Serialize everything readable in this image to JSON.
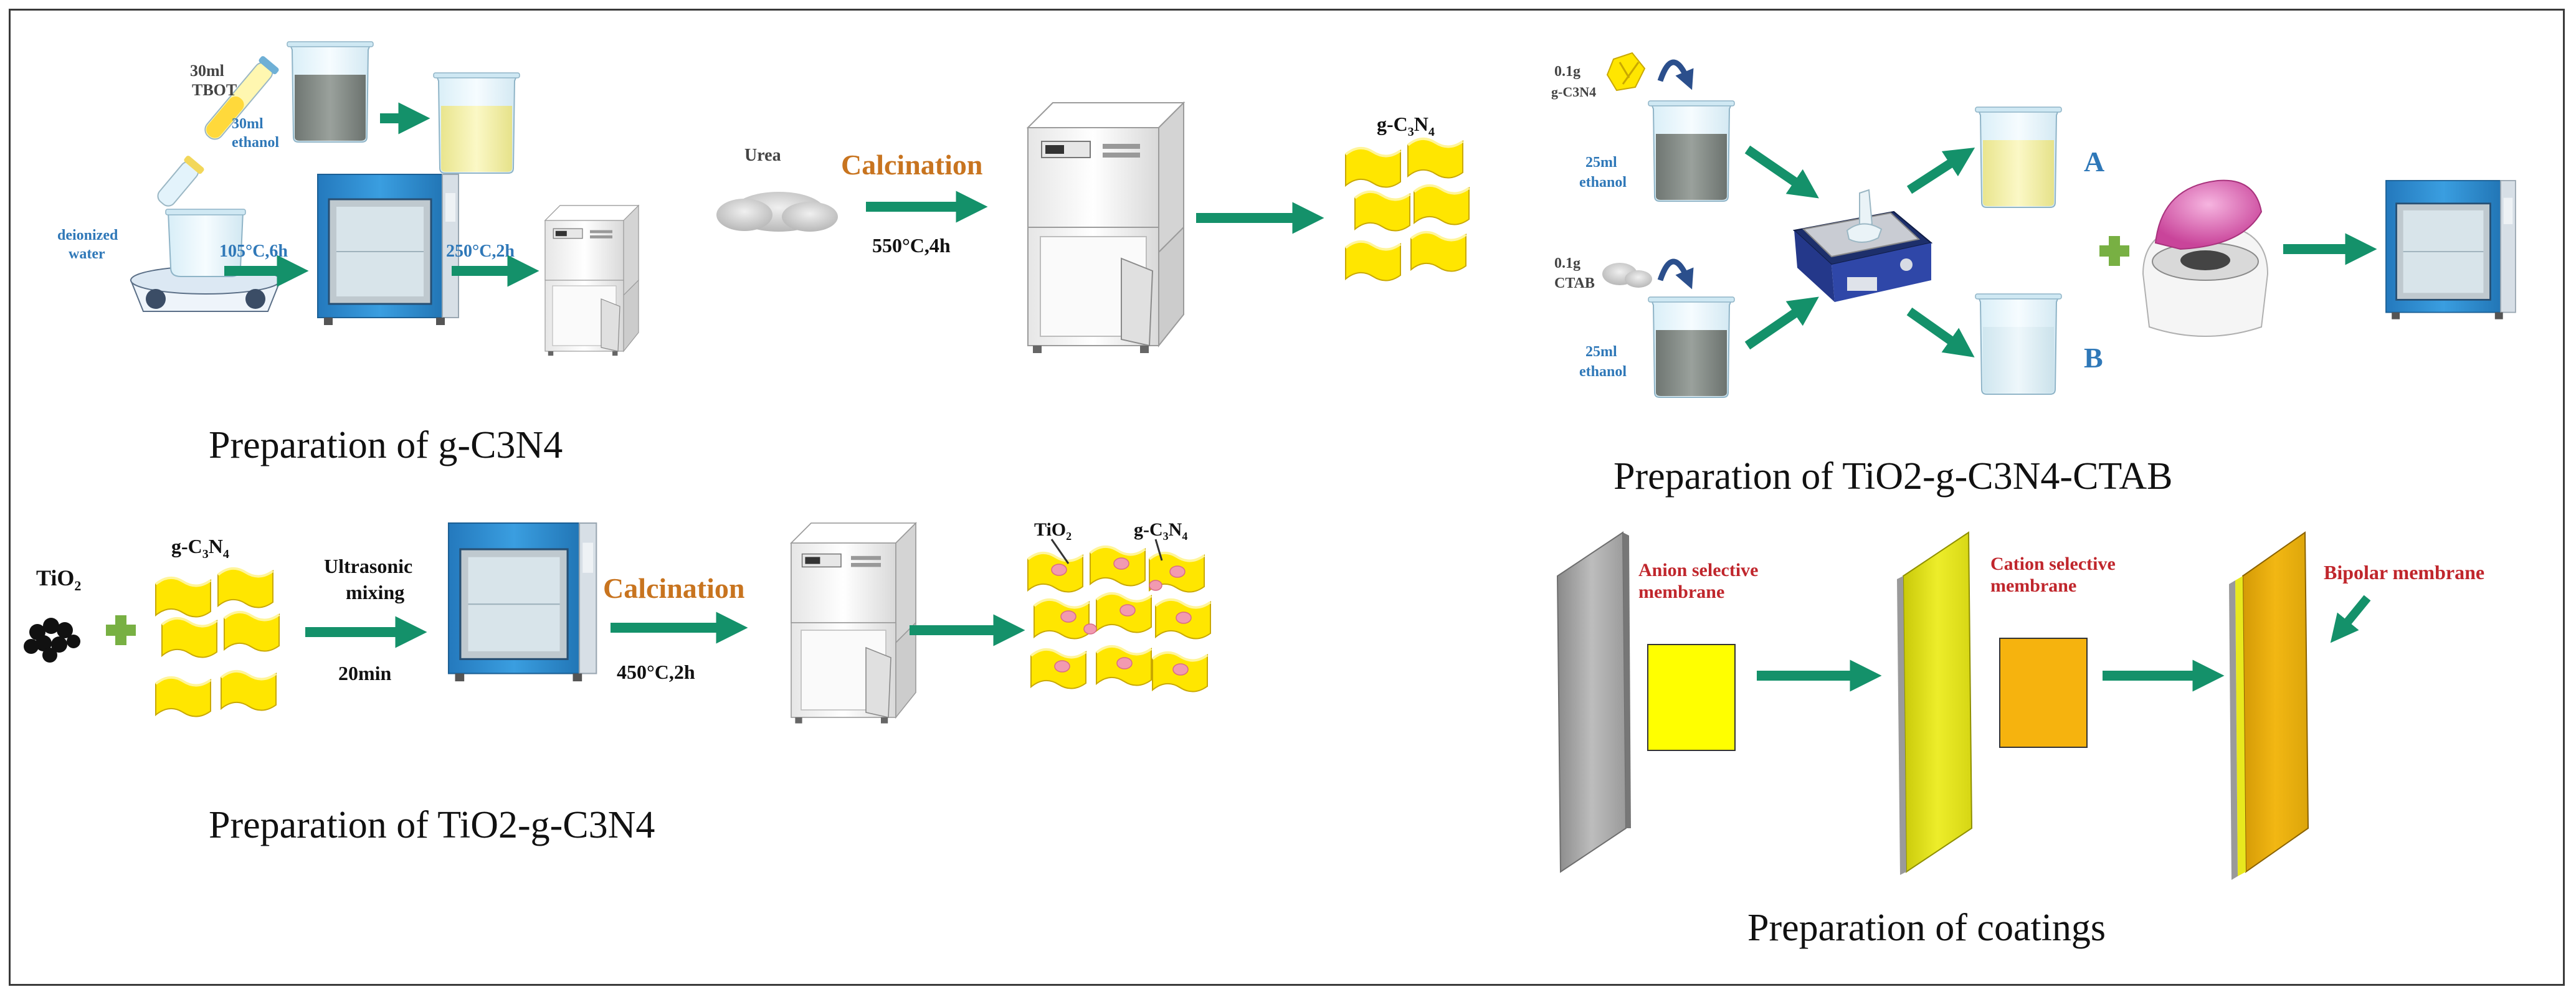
{
  "colors": {
    "arrow": "#14916a",
    "plus": "#78b043",
    "oven_blue": "#2f8dd1",
    "yellow_sheet": "#ffe600",
    "label_blue": "#2f78b8",
    "label_red": "#c0262c",
    "calcination": "#c8741f"
  },
  "icons": [
    "test-tube-icon",
    "beaker-icon",
    "hot-plate-stirrer-icon",
    "drying-oven-icon",
    "muffle-furnace-icon",
    "urea-powder-icon",
    "centrifuge-icon",
    "magnetic-stirrer-icon",
    "membrane-plate-icon",
    "plus-icon",
    "arrow-icon",
    "curved-arrow-icon"
  ],
  "panel1": {
    "tbot_volume": "30ml",
    "tbot": "TBOT",
    "ethanol_volume": "30ml",
    "ethanol": "ethanol",
    "water_1": "deionized",
    "water_2": "water",
    "step1": "105°C,6h",
    "step2": "250°C,2h",
    "urea": "Urea",
    "calcination": "Calcination",
    "calc_cond": "550°C,4h",
    "product_prefix": "g-C",
    "product_sub1": "3",
    "product_mid": "N",
    "product_sub2": "4",
    "caption": "Preparation of g-C3N4"
  },
  "panel2": {
    "tio2_prefix": "TiO",
    "tio2_sub": "2",
    "gcn_prefix": "g-C",
    "gcn_sub1": "3",
    "gcn_mid": "N",
    "gcn_sub2": "4",
    "mix_1": "Ultrasonic",
    "mix_2": "mixing",
    "mix_time": "20min",
    "calcination": "Calcination",
    "calc_cond": "450°C,2h",
    "out_tio2_prefix": "TiO",
    "out_tio2_sub": "2",
    "out_gcn_prefix": "g-C",
    "out_gcn_sub1": "3",
    "out_gcn_mid": "N",
    "out_gcn_sub2": "4",
    "caption": "Preparation of TiO2-g-C3N4"
  },
  "panel3": {
    "gcn_mass": "0.1g",
    "gcn_label": "g-C3N4",
    "ethanol_a_1": "25ml",
    "ethanol_a_2": "ethanol",
    "ctab_mass": "0.1g",
    "ctab": "CTAB",
    "ethanol_b_1": "25ml",
    "ethanol_b_2": "ethanol",
    "beaker_a": "A",
    "beaker_b": "B",
    "caption": "Preparation of TiO2-g-C3N4-CTAB"
  },
  "panel4": {
    "anion_1": "Anion selective",
    "anion_2": "membrane",
    "cation_1": "Cation selective",
    "cation_2": "membrane",
    "bipolar": "Bipolar membrane",
    "caption": "Preparation of coatings"
  }
}
